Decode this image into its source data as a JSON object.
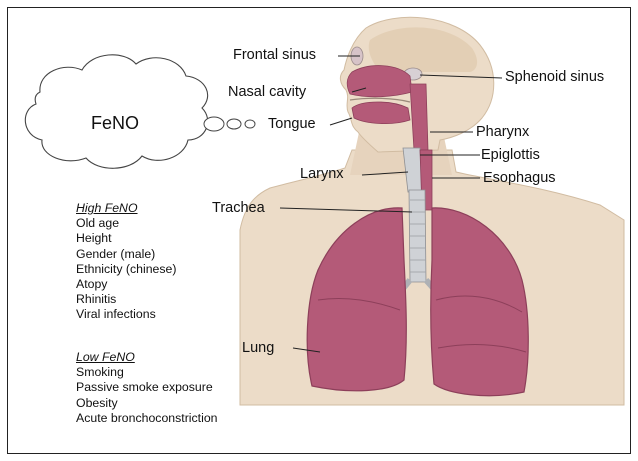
{
  "cloud": {
    "label": "FeNO"
  },
  "anatomy_labels": {
    "frontal_sinus": "Frontal sinus",
    "nasal_cavity": "Nasal cavity",
    "tongue": "Tongue",
    "larynx": "Larynx",
    "trachea": "Trachea",
    "lung": "Lung",
    "sphenoid_sinus": "Sphenoid sinus",
    "pharynx": "Pharynx",
    "epiglottis": "Epiglottis",
    "esophagus": "Esophagus"
  },
  "high_feno": {
    "heading": "High FeNO",
    "items": [
      "Old age",
      "Height",
      "Gender (male)",
      "Ethnicity (chinese)",
      "Atopy",
      "Rhinitis",
      "Viral infections"
    ]
  },
  "low_feno": {
    "heading": "Low FeNO",
    "items": [
      "Smoking",
      "Passive smoke exposure",
      "Obesity",
      "Acute bronchoconstriction"
    ]
  },
  "colors": {
    "skin": "#ecdcc8",
    "skin_shadow": "#d8c3a9",
    "tissue": "#b45a78",
    "tissue_dark": "#8d3f5a",
    "airway": "#cfd2d6",
    "line": "#222222"
  }
}
